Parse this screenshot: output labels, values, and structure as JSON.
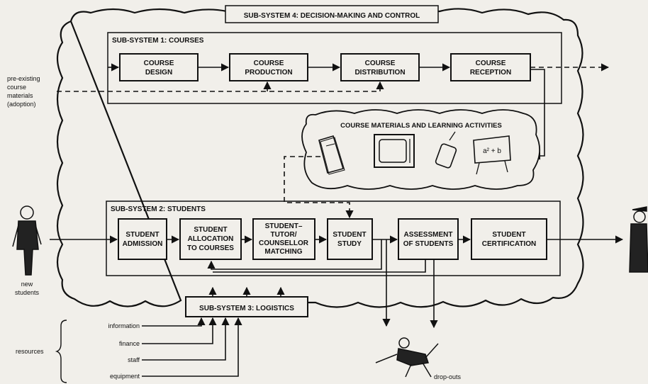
{
  "subsystems": {
    "decision": "SUB-SYSTEM 4: DECISION-MAKING AND CONTROL",
    "courses": "SUB-SYSTEM 1: COURSES",
    "students": "SUB-SYSTEM 2: STUDENTS",
    "logistics": "SUB-SYSTEM 3: LOGISTICS"
  },
  "course_boxes": [
    [
      "COURSE",
      "DESIGN"
    ],
    [
      "COURSE",
      "PRODUCTION"
    ],
    [
      "COURSE",
      "DISTRIBUTION"
    ],
    [
      "COURSE",
      "RECEPTION"
    ]
  ],
  "materials": {
    "title": "COURSE MATERIALS AND LEARNING ACTIVITIES",
    "board_text": "a² + b"
  },
  "student_boxes": [
    [
      "STUDENT",
      "ADMISSION"
    ],
    [
      "STUDENT",
      "ALLOCATION",
      "TO COURSES"
    ],
    [
      "STUDENT–",
      "TUTOR/",
      "COUNSELLOR",
      "MATCHING"
    ],
    [
      "STUDENT",
      "STUDY"
    ],
    [
      "ASSESSMENT",
      "OF STUDENTS"
    ],
    [
      "STUDENT",
      "CERTIFICATION"
    ]
  ],
  "side_labels": {
    "preexisting": [
      "pre-existing",
      "course",
      "materials",
      "(adoption)"
    ],
    "new_students": [
      "new",
      "students"
    ],
    "resources": "resources",
    "dropouts": "drop-outs"
  },
  "resources_list": [
    "information",
    "finance",
    "staff",
    "equipment"
  ]
}
